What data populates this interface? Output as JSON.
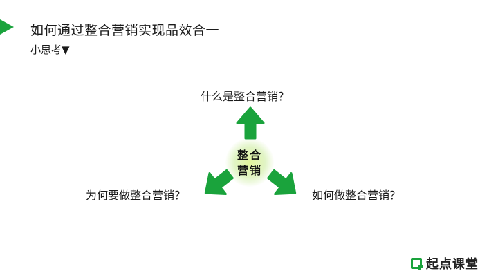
{
  "slide": {
    "title": "如何通过整合营销实现品效合一",
    "subtitle": "小思考▼"
  },
  "diagram": {
    "center": [
      "整合",
      "营销"
    ],
    "questions": {
      "top": "什么是整合营销？",
      "left": "为何要做整合营销？",
      "right": "如何做整合营销？"
    },
    "arrow_color": "#1aa33c"
  },
  "brand": {
    "name": "起点课堂",
    "color": "#1aa33c"
  }
}
